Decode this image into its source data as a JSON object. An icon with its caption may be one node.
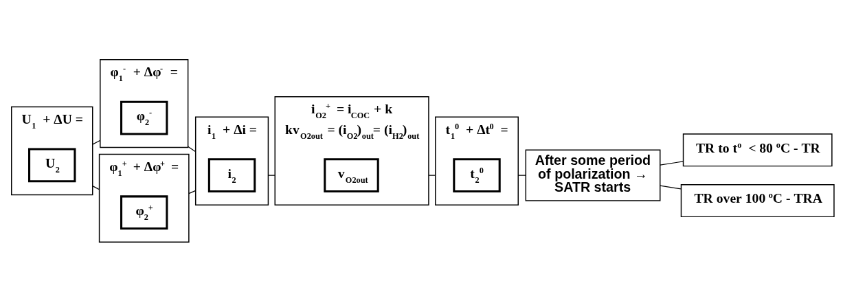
{
  "diagram": {
    "nodes": [
      {
        "text": [
          "U$_{1}$ + ΔU ="
        ]
      },
      {
        "text": [
          "U$_{2}$"
        ],
        "in": 0
      },
      {
        "text": [
          "φ$_{1}$$^{-}$ + Δφ$^{-}$ ="
        ]
      },
      {
        "text": [
          "φ$_{2}$$^{-}$"
        ],
        "in": 2
      },
      {
        "text": [
          "φ$_{1}$$^{+}$ + Δφ$^{+}$ ="
        ]
      },
      {
        "text": [
          "φ$_{2}$$^{+}$"
        ],
        "in": 4
      },
      {
        "text": [
          "i$_{1}$ + Δi ="
        ]
      },
      {
        "text": [
          "i$_{2}$"
        ],
        "in": 6
      },
      {
        "text": [
          "i$_{O2}$$^{+}$ = i$_{COC}$ + k",
          "kv$_{O2out}$ = (i$_{O2}$)$_{out}$= (i$_{H2}$)$_{out}$"
        ]
      },
      {
        "text": [
          "v$_{O2out}$"
        ],
        "in": 8
      },
      {
        "text": [
          "t$_{1}$$^{0}$ + Δt$^{0}$ ="
        ]
      },
      {
        "text": [
          "t$_{2}$$^{0}$"
        ],
        "in": 10
      },
      {
        "text": [
          "After some period of polarization → SATR starts"
        ]
      },
      {
        "text": [
          "TR to t$^{o}$ < 80 $^{o}$C - TR"
        ]
      },
      {
        "text": [
          "TR over 100 $^{o}$C - TRA"
        ]
      }
    ],
    "edges": [
      {
        "from": 0,
        "to": 2,
        "arrow": "none"
      },
      {
        "from": 0,
        "to": 4,
        "arrow": "none"
      },
      {
        "from": 2,
        "to": 6,
        "arrow": "none"
      },
      {
        "from": 4,
        "to": 6,
        "arrow": "none"
      },
      {
        "from": 6,
        "to": 8,
        "arrow": "none"
      },
      {
        "from": 8,
        "to": 10,
        "arrow": "none"
      },
      {
        "from": 10,
        "to": 12,
        "arrow": "none"
      },
      {
        "from": 12,
        "to": 13,
        "arrow": "none"
      },
      {
        "from": 12,
        "to": 14,
        "arrow": "none"
      }
    ]
  }
}
